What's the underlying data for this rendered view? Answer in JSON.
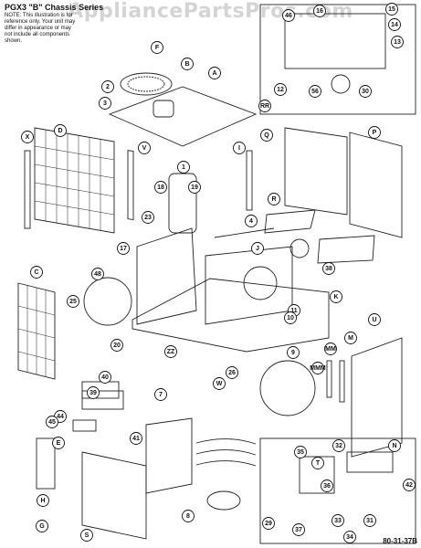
{
  "watermark": "AppliancePartsPros.com",
  "title": "PGX3 \"B\" Chassis Series",
  "note": "NOTE: This illustration is for reference only. Your unit may differ in appearance or may not include all components shown.",
  "doc_number": "80-31-37B",
  "callouts": [
    "A",
    "B",
    "F",
    "2",
    "3",
    "D",
    "X",
    "V",
    "I",
    "Q",
    "P",
    "1",
    "18",
    "19",
    "23",
    "R",
    "4",
    "J",
    "17",
    "38",
    "48",
    "25",
    "C",
    "K",
    "11",
    "10",
    "20",
    "ZZ",
    "MM",
    "M",
    "U",
    "9",
    "MMM",
    "40",
    "39",
    "26",
    "7",
    "W",
    "44",
    "45",
    "41",
    "E",
    "H",
    "G",
    "S",
    "8",
    "46",
    "16",
    "15",
    "14",
    "13",
    "12",
    "56",
    "30",
    "RR",
    "35",
    "32",
    "N",
    "42",
    "T",
    "36",
    "33",
    "29",
    "37",
    "34",
    "31"
  ]
}
